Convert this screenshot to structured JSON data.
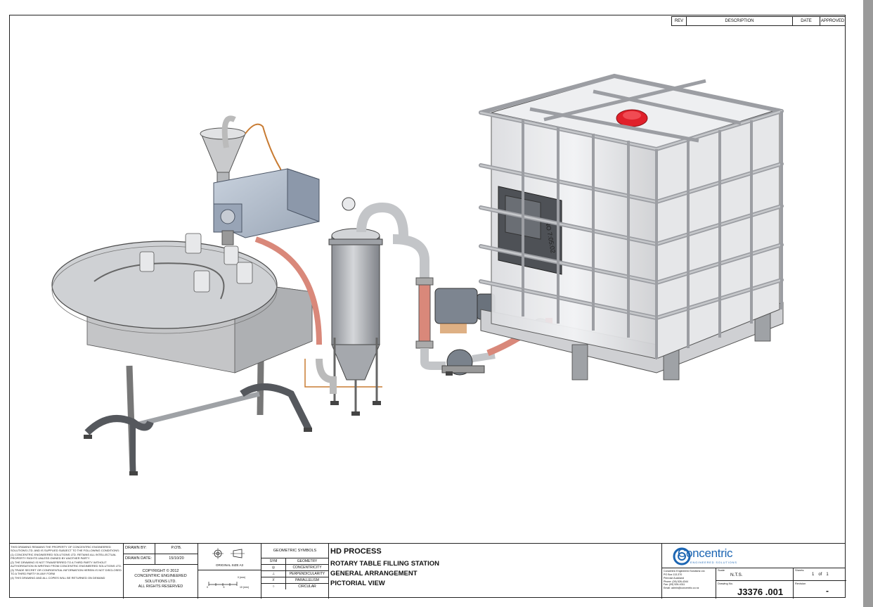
{
  "revision_table": {
    "headers": [
      "REV",
      "DESCRIPTION",
      "DATE",
      "APPROVED"
    ]
  },
  "title_block": {
    "notes": [
      "THIS DRAWING REMAINS THE PROPERTY OF CONCENTRIC ENGINEERED SOLUTIONS LTD. AND IS SUPPLIED SUBJECT TO THE FOLLOWING CONDITIONS:",
      "(1) CONCENTRIC ENGINEERED SOLUTIONS LTD. RETAINS ALL INTELLECTUAL PROPERTY RIGHTS UNLESS OWNED BY ANOTHER PARTY",
      "(2) THE DRAWING IS NOT TRANSFERRED TO A THIRD PARTY WITHOUT AUTHORISATION IN WRITING FROM CONCENTRIC ENGINEERED SOLUTIONS LTD.",
      "(3) TRADE SECRET OR CONFIDENTIAL INFORMATION HEREIN IS NOT DISCLOSED TO A THIRD PARTY IN ANY FORM",
      "(4) THIS DRAWING AND ALL COPIES WILL BE RETURNED ON DEMAND"
    ],
    "drawn_by_label": "DRAWN BY:",
    "drawn_by": "P.O'B.",
    "drawn_date_label": "DRAWN DATE:",
    "drawn_date": "15/10/20",
    "copyright": [
      "COPYRIGHT © 2012",
      "CONCENTRIC ENGINEERED",
      "SOLUTIONS LTD.",
      "ALL RIGHTS RESERVED"
    ],
    "original_size": "ORIGINAL SIZE A3",
    "scale_bar": {
      "unit": "0 (mm)",
      "ticks": [
        "0",
        "5",
        "10 (mm)"
      ]
    },
    "geometric_symbols": {
      "title": "GEOMETRIC SYMBOLS",
      "sym_header": "SYM",
      "geometry_header": "GEOMETRY",
      "rows": [
        "CONCENTRICITY",
        "PERPENDICULARITY",
        "PARALLELISM",
        "CIRCULAR"
      ]
    },
    "project": "HD PROCESS",
    "title_lines": [
      "ROTARY TABLE FILLING STATION",
      "GENERAL ARRANGEMENT",
      "PICTORIAL VIEW"
    ],
    "company": {
      "logo_word": "Concentric",
      "logo_sub": "ENGINEERED SOLUTIONS",
      "address": [
        "Concentric Engineered Solutions Ltd.",
        "PO Box 113-370",
        "Penrose Auckland",
        "Phone: (09) 526-4344",
        "Fax:     (09) 526-4311",
        "Email: admin@concentric.co.nz"
      ]
    },
    "scale_label": "Scale",
    "scale": "N.T.S.",
    "sheets_label": "Sheets",
    "sheet_no": "1",
    "sheet_of": "of",
    "sheet_total": "1",
    "drawing_no_label": "Drawing No.",
    "drawing_no": "J3376 .001",
    "revision_label": "Revision",
    "revision": "-"
  },
  "drawing": {
    "tank_label": "NO 7:05:02"
  },
  "colors": {
    "cap_red": "#e0202a",
    "hose": "#d9887a",
    "steel": "#c4c6ca",
    "frame": "#b5b7bb",
    "logo_blue": "#1d66b3",
    "scrollbar": "#9a9a9a"
  }
}
